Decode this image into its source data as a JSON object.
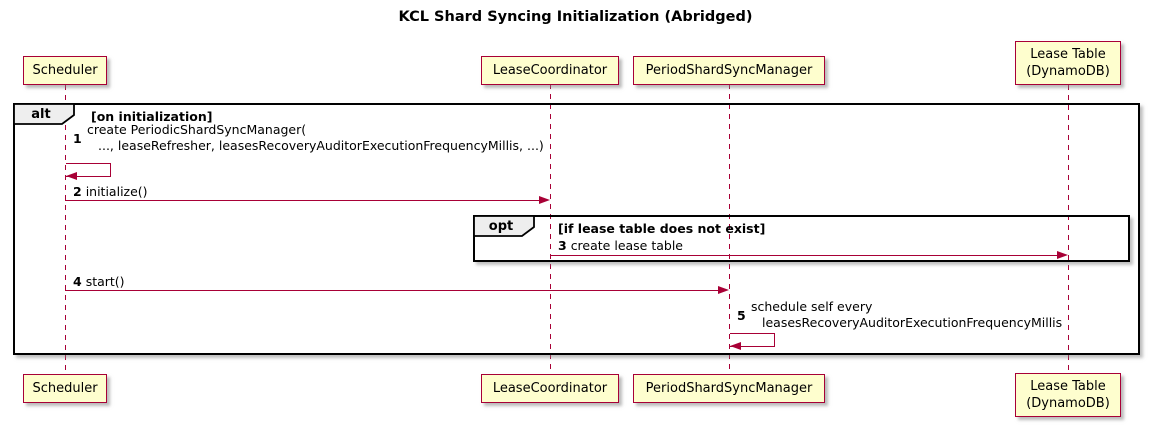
{
  "title": "KCL Shard Syncing Initialization (Abridged)",
  "colors": {
    "participant_fill": "#FEFECE",
    "participant_border": "#A80036",
    "arrow": "#A80036",
    "frame_border": "#000000",
    "frame_tab_fill": "#EEEEEE",
    "text": "#000000"
  },
  "participants": {
    "scheduler": {
      "label": "Scheduler"
    },
    "lease_coordinator": {
      "label": "LeaseCoordinator"
    },
    "period_shard_sync_manager": {
      "label": "PeriodShardSyncManager"
    },
    "lease_table": {
      "line1": "Lease Table",
      "line2": "(DynamoDB)"
    }
  },
  "frames": {
    "alt": {
      "operator": "alt",
      "condition": "[on initialization]"
    },
    "opt": {
      "operator": "opt",
      "condition": "[if lease table does not exist]"
    }
  },
  "messages": {
    "m1": {
      "seq": "1",
      "line1": "create PeriodicShardSyncManager(",
      "line2": "..., leaseRefresher, leasesRecoveryAuditorExecutionFrequencyMillis, ...)"
    },
    "m2": {
      "seq": "2",
      "label": "initialize()"
    },
    "m3": {
      "seq": "3",
      "label": "create lease table"
    },
    "m4": {
      "seq": "4",
      "label": "start()"
    },
    "m5": {
      "seq": "5",
      "line1": "schedule self every",
      "line2": "leasesRecoveryAuditorExecutionFrequencyMillis"
    }
  }
}
